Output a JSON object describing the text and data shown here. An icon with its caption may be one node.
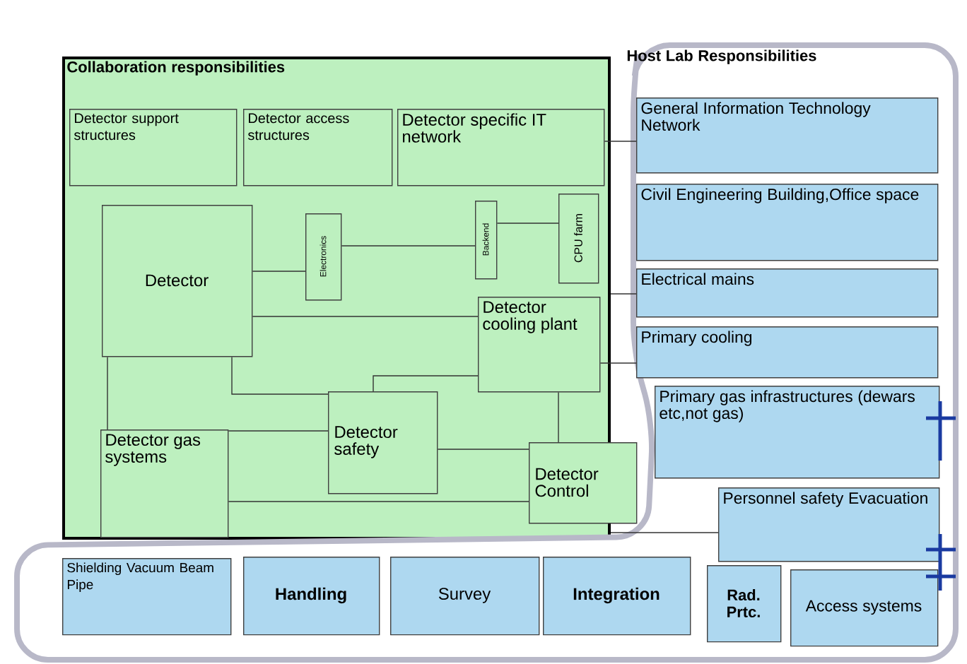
{
  "diagram": {
    "nodes": [
      {
        "text": [
          "Collaboration responsibilities"
        ]
      },
      {
        "text": [
          "Detector support structures"
        ],
        "in": 0
      },
      {
        "text": [
          "Detector access structures"
        ],
        "in": 0
      },
      {
        "text": [
          "Detector specific IT network"
        ],
        "in": 0
      },
      {
        "text": [
          "Detector"
        ],
        "in": 0
      },
      {
        "text": [
          "Electronics"
        ],
        "in": 0
      },
      {
        "text": [
          "Backend"
        ],
        "in": 0
      },
      {
        "text": [
          "CPU farm"
        ],
        "in": 0
      },
      {
        "text": [
          "Detector cooling plant"
        ],
        "in": 0
      },
      {
        "text": [
          "Detector safety"
        ],
        "in": 0
      },
      {
        "text": [
          "Detector gas systems"
        ],
        "in": 0
      },
      {
        "text": [
          "Detector Control"
        ]
      },
      {
        "text": [
          "Host Lab Responsibilities"
        ]
      },
      {
        "text": [
          "General Information Technology Network"
        ],
        "in": 12
      },
      {
        "text": [
          "Civil Engineering Building,Office space"
        ],
        "in": 12
      },
      {
        "text": [
          "Electrical mains"
        ],
        "in": 12
      },
      {
        "text": [
          "Primary cooling"
        ],
        "in": 12
      },
      {
        "text": [
          "Primary gas infrastructures (dewars etc,not gas)"
        ],
        "in": 12
      },
      {
        "text": [
          "Personnel safety Evacuation"
        ],
        "in": 12
      },
      {
        "text": [
          "Shielding Vacuum Beam Pipe"
        ],
        "in": 12
      },
      {
        "text": [
          "Handling"
        ],
        "in": 12
      },
      {
        "text": [
          "Survey"
        ],
        "in": 12
      },
      {
        "text": [
          "Integration"
        ],
        "in": 12
      },
      {
        "text": [
          "Rad. Prtc."
        ],
        "in": 12
      },
      {
        "text": [
          "Access systems"
        ],
        "in": 12
      }
    ],
    "edges": [
      {
        "from": 4,
        "to": 5,
        "arrow": "none"
      },
      {
        "from": 5,
        "to": 6,
        "arrow": "none"
      },
      {
        "from": 6,
        "to": 7,
        "arrow": "none"
      },
      {
        "from": 4,
        "to": 8,
        "arrow": "none"
      },
      {
        "from": 8,
        "to": 9,
        "arrow": "none"
      },
      {
        "from": 4,
        "to": 9,
        "arrow": "none"
      },
      {
        "from": 4,
        "to": 10,
        "arrow": "none"
      },
      {
        "from": 10,
        "to": 9,
        "arrow": "none"
      },
      {
        "from": 9,
        "to": 11,
        "arrow": "none"
      },
      {
        "from": 10,
        "to": 11,
        "arrow": "none"
      },
      {
        "from": 8,
        "to": 11,
        "arrow": "none"
      },
      {
        "from": 3,
        "to": 13,
        "arrow": "none"
      },
      {
        "from": 0,
        "to": 15,
        "arrow": "none"
      },
      {
        "from": 8,
        "to": 16,
        "arrow": "none"
      },
      {
        "from": 0,
        "to": 18,
        "arrow": "none"
      }
    ]
  }
}
